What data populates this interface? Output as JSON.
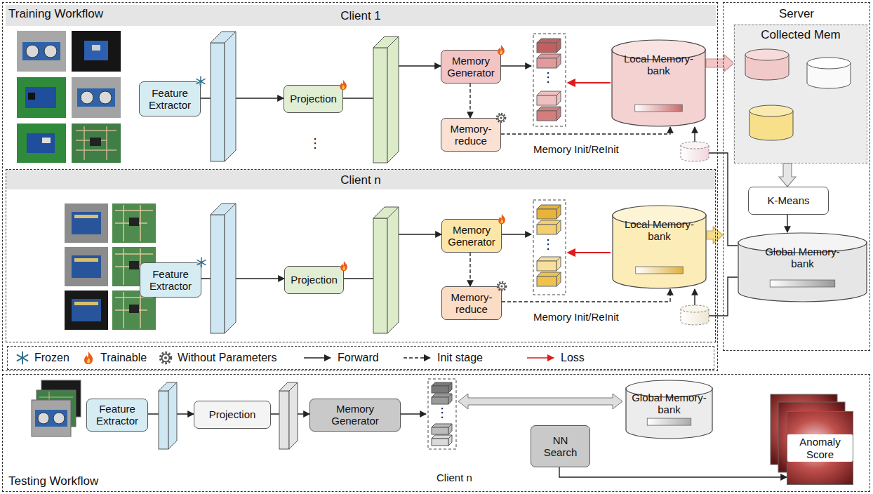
{
  "diagram": {
    "nodes": [
      {
        "text": [
          "Training Workflow"
        ]
      },
      {
        "text": [
          "Client 1"
        ],
        "in": 0
      },
      {
        "text": [
          "Feature Extractor"
        ],
        "in": 1
      },
      {
        "text": [
          "Projection"
        ],
        "in": 1
      },
      {
        "text": [
          "Memory Generator"
        ],
        "in": 1
      },
      {
        "text": [
          "Memory-reduce"
        ],
        "in": 1
      },
      {
        "text": [
          "Local Memory-bank"
        ],
        "in": 1
      },
      {
        "text": [
          "Client n"
        ],
        "in": 0
      },
      {
        "text": [
          "Feature Extractor"
        ],
        "in": 7
      },
      {
        "text": [
          "Projection"
        ],
        "in": 7
      },
      {
        "text": [
          "Memory Generator"
        ],
        "in": 7
      },
      {
        "text": [
          "Memory-reduce"
        ],
        "in": 7
      },
      {
        "text": [
          "Local Memory-bank"
        ],
        "in": 7
      },
      {
        "text": [
          "Server"
        ]
      },
      {
        "text": [
          "Collected Mem"
        ],
        "in": 13
      },
      {
        "text": [
          "K-Means"
        ],
        "in": 13
      },
      {
        "text": [
          "Global Memory-bank"
        ],
        "in": 13
      },
      {
        "text": [
          "Testing Workflow"
        ]
      },
      {
        "text": [
          "Feature Extractor"
        ],
        "in": 17
      },
      {
        "text": [
          "Projection"
        ],
        "in": 17
      },
      {
        "text": [
          "Memory Generator"
        ],
        "in": 17
      },
      {
        "text": [
          "Global Memory-bank"
        ],
        "in": 17
      },
      {
        "text": [
          "NN Search"
        ],
        "in": 17
      },
      {
        "text": [
          "Anomaly Score"
        ],
        "in": 17
      }
    ],
    "edges": [
      {
        "from": 2,
        "to": 3,
        "arrow": "to"
      },
      {
        "from": 3,
        "to": 4,
        "arrow": "to"
      },
      {
        "from": 4,
        "to": 5,
        "arrow": "to"
      },
      {
        "from": 5,
        "to": 6,
        "arrow": "to"
      },
      {
        "from": 6,
        "to": 14,
        "arrow": "to"
      },
      {
        "from": 8,
        "to": 9,
        "arrow": "to"
      },
      {
        "from": 9,
        "to": 10,
        "arrow": "to"
      },
      {
        "from": 10,
        "to": 11,
        "arrow": "to"
      },
      {
        "from": 11,
        "to": 12,
        "arrow": "to"
      },
      {
        "from": 12,
        "to": 13,
        "arrow": "to"
      },
      {
        "from": 14,
        "to": 15,
        "arrow": "to"
      },
      {
        "from": 15,
        "to": 16,
        "arrow": "to"
      },
      {
        "from": 16,
        "to": 6,
        "arrow": "to"
      },
      {
        "from": 16,
        "to": 12,
        "arrow": "to"
      },
      {
        "from": 18,
        "to": 19,
        "arrow": "to"
      },
      {
        "from": 19,
        "to": 20,
        "arrow": "to"
      },
      {
        "from": 22,
        "to": 23,
        "arrow": "to"
      }
    ],
    "labels": [
      "⋮",
      "Memory Init/ReInit",
      "⋮",
      "⋮",
      "Memory Init/ReInit",
      "⋮",
      "Client n"
    ],
    "legend": [
      {
        "text": "Frozen"
      },
      {
        "text": "Trainable"
      },
      {
        "text": "Without Parameters"
      },
      {
        "text": "Forward"
      },
      {
        "text": "Init stage"
      },
      {
        "text": "Loss"
      }
    ]
  }
}
